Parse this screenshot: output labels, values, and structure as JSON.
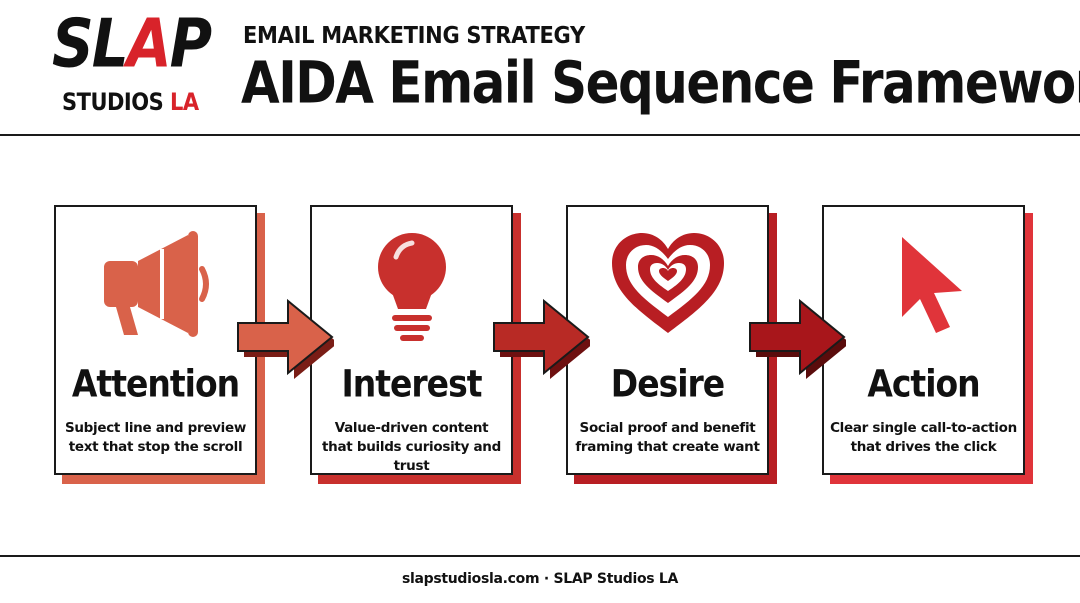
{
  "logo": {
    "slap_s": "S",
    "slap_l": "L",
    "slap_a": "A",
    "slap_p": "P",
    "studios": "STUDIOS",
    "la": "LA"
  },
  "header": {
    "kicker": "EMAIL MARKETING STRATEGY",
    "title": "AIDA Email Sequence Framework"
  },
  "steps": [
    {
      "label": "Attention",
      "desc": "Subject line and preview text that stop the scroll",
      "icon": "megaphone-icon",
      "color": "#d9624a"
    },
    {
      "label": "Interest",
      "desc": "Value-driven content that builds curiosity and trust",
      "icon": "lightbulb-icon",
      "color": "#c8302d"
    },
    {
      "label": "Desire",
      "desc": "Social proof and benefit framing that create want",
      "icon": "heart-icon",
      "color": "#b81e23"
    },
    {
      "label": "Action",
      "desc": "Clear single call-to-action that drives the click",
      "icon": "cursor-icon",
      "color": "#e0343a"
    }
  ],
  "colors": {
    "brand_red": "#d8232a",
    "ink": "#111111",
    "arrow1": "#d9624a",
    "arrow2": "#b82a25",
    "arrow3": "#a8161b"
  },
  "footer": {
    "text": "slapstudiosla.com · SLAP Studios LA"
  }
}
